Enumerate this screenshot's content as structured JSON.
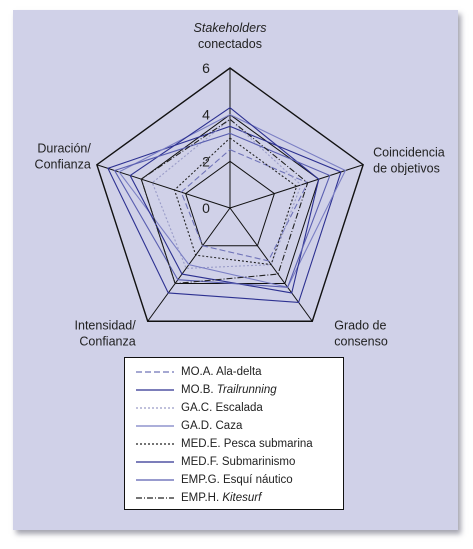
{
  "chart_data": {
    "type": "radar",
    "axes": [
      "Stakeholders conectados",
      "Coincidencia de objetivos",
      "Grado de consenso",
      "Intensidad/ Confianza",
      "Duración/ Confianza"
    ],
    "axis_label_lines": [
      [
        "Stakeholders",
        "conectados"
      ],
      [
        "Coincidencia",
        "de objetivos"
      ],
      [
        "Grado de",
        "consenso"
      ],
      [
        "Intensidad/",
        "Confianza"
      ],
      [
        "Duración/",
        "Confianza"
      ]
    ],
    "rlim": [
      0,
      6
    ],
    "ticks": [
      "0",
      "2",
      "4",
      "6"
    ],
    "series": [
      {
        "name": "MO.A. Ala-delta",
        "prefix": "MO.A. Ala-delta",
        "italic": "",
        "values": [
          2.5,
          3.5,
          2.8,
          2.0,
          2.2
        ],
        "color": "#6f73b8",
        "dash": "6,3"
      },
      {
        "name": "MO.B. Trailrunning",
        "prefix": "MO.B. ",
        "italic": "Trailrunning",
        "values": [
          3.5,
          5.0,
          5.0,
          4.5,
          5.5
        ],
        "color": "#2d3191",
        "dash": ""
      },
      {
        "name": "GA.C. Escalada",
        "prefix": "GA.C. Escalada",
        "italic": "",
        "values": [
          3.8,
          3.2,
          3.0,
          3.2,
          3.5
        ],
        "color": "#9a9cc8",
        "dash": "2,2"
      },
      {
        "name": "GA.D. Caza",
        "prefix": "GA.D. Caza",
        "italic": "",
        "values": [
          4.0,
          5.2,
          4.2,
          3.0,
          5.0
        ],
        "color": "#7b7fc4",
        "dash": ""
      },
      {
        "name": "MED.E. Pesca submarina",
        "prefix": "MED.E. Pesca submarina",
        "italic": "",
        "values": [
          3.0,
          3.0,
          3.0,
          2.5,
          2.5
        ],
        "color": "#222222",
        "dash": "2,2"
      },
      {
        "name": "MED.F. Submarinismo",
        "prefix": "MED.F. Submarinismo",
        "italic": "",
        "values": [
          4.3,
          4.0,
          4.5,
          3.5,
          4.5
        ],
        "color": "#2d3191",
        "dash": ""
      },
      {
        "name": "EMP.G. Esquí náutico",
        "prefix": "EMP.G. Esquí náutico",
        "italic": "",
        "values": [
          3.2,
          4.5,
          4.2,
          3.8,
          5.2
        ],
        "color": "#5a5fb0",
        "dash": ""
      },
      {
        "name": "EMP.H. Kitesurf",
        "prefix": "EMP.H. ",
        "italic": "Kitesurf",
        "values": [
          3.8,
          3.5,
          3.5,
          4.0,
          4.0
        ],
        "color": "#222222",
        "dash": "6,2,1,2"
      }
    ]
  }
}
